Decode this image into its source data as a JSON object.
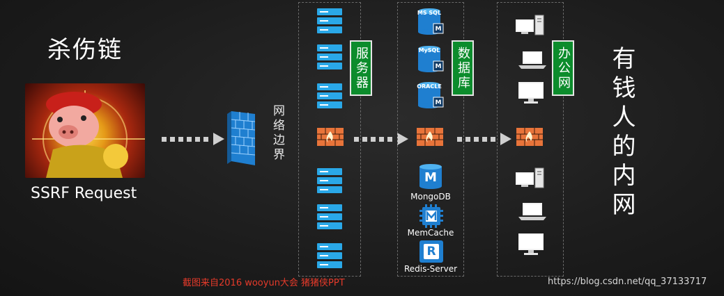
{
  "title": "杀伤链",
  "ssrf_label": "SSRF Request",
  "network_boundary_label": "网络边界",
  "servers_label": "服务器",
  "database_label": "数据库",
  "office_label": "办公网",
  "intranet_label": "有钱人的内网",
  "databases": {
    "mssql": "MS SQL",
    "mysql": "MySQL",
    "oracle": "ORACLE",
    "m": "M"
  },
  "stores": {
    "mongodb": "MongoDB",
    "memcache": "MemCache",
    "redis": "Redis-Server",
    "mongo_glyph": "M",
    "redis_glyph": "R"
  },
  "source_note": "截图来自2016 wooyun大会 猪猪侠PPT",
  "watermark": "https://blog.csdn.net/qq_37133717",
  "colors": {
    "server_blue": "#2aa8e8",
    "firewall_orange": "#e8743a",
    "green_box": "#0c8c2c",
    "source_red": "#e63a2a"
  }
}
